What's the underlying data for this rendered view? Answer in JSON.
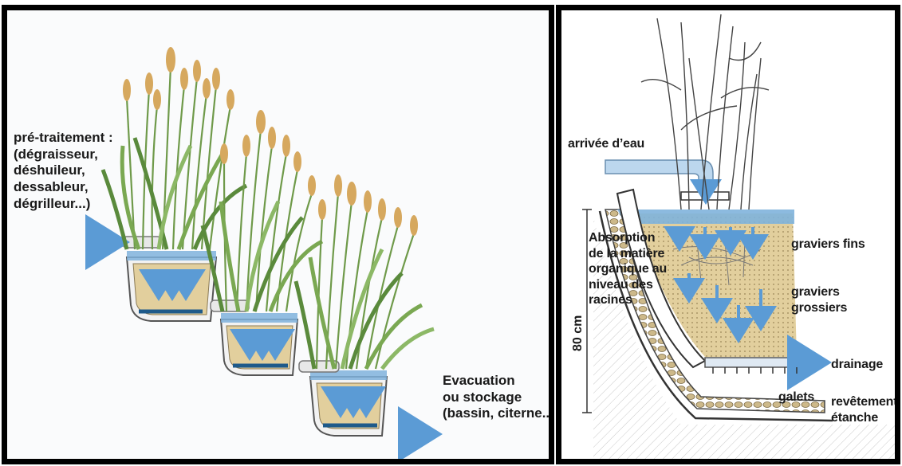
{
  "left_panel": {
    "pretreatment_label": "pré-traitement :\n(dégraisseur,\ndéshuileur,\ndessableur,\ndégrilleur...)",
    "evacuation_label": "Evacuation\nou stockage\n(bassin, citerne...)"
  },
  "right_panel": {
    "water_inlet": "arrivée d’eau",
    "absorption": "Absorption\nde la matière\norganique au\nniveau des\nracines",
    "depth": "80 cm",
    "fine_gravel": "graviers fins",
    "coarse_gravel": "graviers\ngrossiers",
    "drainage": "drainage",
    "pebbles": "galets",
    "liner": "revêtement\nétanche"
  },
  "colors": {
    "water_blue": "#7fb2dc",
    "arrow_blue": "#5b9bd5",
    "sand": "#e2cf9d",
    "reed_green": "#6f9a4a",
    "reed_flower": "#d6a85e",
    "frame": "#000000"
  }
}
